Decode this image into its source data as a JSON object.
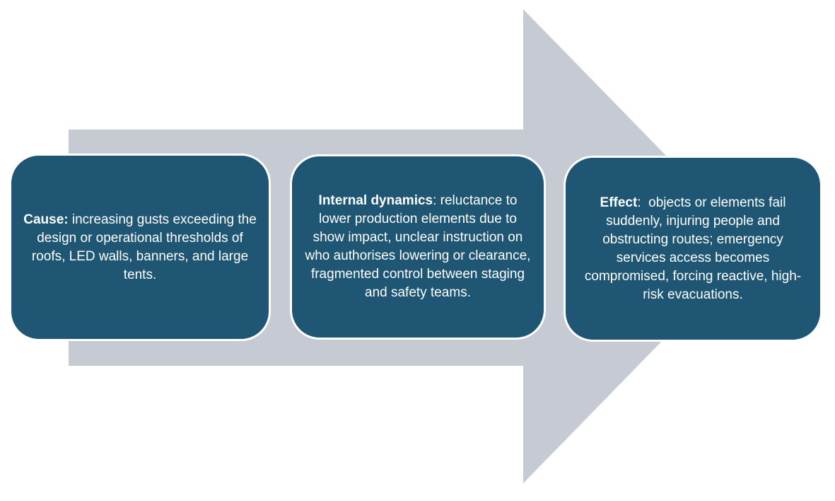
{
  "diagram": {
    "type": "cause-effect-arrow-process",
    "arrow": {
      "direction": "right",
      "fill_color": "#C6CBD3"
    },
    "colors": {
      "box_fill": "#1F5673",
      "box_border": "#FFFFFF",
      "text": "#FFFFFF",
      "background": "#FFFFFF"
    },
    "boxes": [
      {
        "label": "Cause:",
        "body": " increasing gusts exceeding the design or operational thresholds of roofs, LED walls, banners, and large tents."
      },
      {
        "label": "Internal dynamics",
        "body": ": reluctance to lower production elements due to show impact, unclear instruction on who authorises lowering or clearance, fragmented control between staging and safety teams."
      },
      {
        "label": "Effect",
        "body": ":  objects or elements fail suddenly, injuring people and obstructing routes; emergency services access becomes compromised, forcing reactive, high-risk evacuations."
      }
    ]
  }
}
